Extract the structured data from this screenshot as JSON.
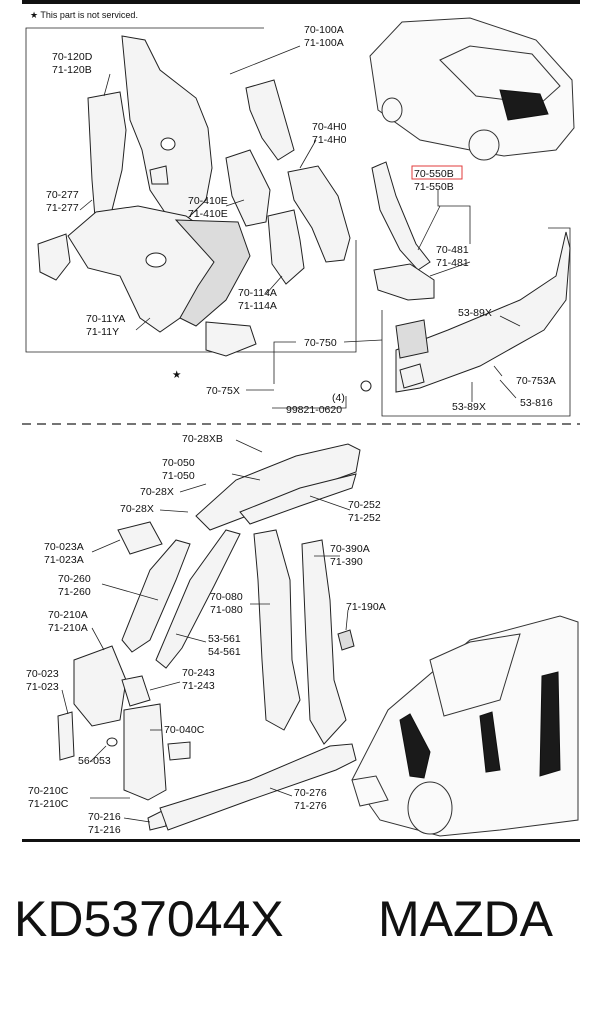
{
  "note": "★ This part is not serviced.",
  "labels": {
    "l_70_100a": "70-100A",
    "l_71_100a": "71-100A",
    "l_70_120d": "70-120D",
    "l_71_120b": "71-120B",
    "l_70_277": "70-277",
    "l_71_277": "71-277",
    "l_70_4h0": "70-4H0",
    "l_71_4h0": "71-4H0",
    "l_70_410e": "70-410E",
    "l_71_410e": "71-410E",
    "l_70_550b": "70-550B",
    "l_71_550b": "71-550B",
    "l_70_481": "70-481",
    "l_71_481": "71-481",
    "l_70_114a": "70-114A",
    "l_71_114a": "71-114A",
    "l_70_11ya": "70-11YA",
    "l_71_11y": "71-11Y",
    "l_53_89x_a": "53-89X",
    "l_70_750": "70-750",
    "l_70_75x": "70-75X",
    "l_70_753a": "70-753A",
    "l_qty4": "(4)",
    "l_99821": "99821-0620",
    "l_53_89x_b": "53-89X",
    "l_53_816": "53-816",
    "l_70_28xb": "70-28XB",
    "l_70_050": "70-050",
    "l_71_050": "71-050",
    "l_70_28x_a": "70-28X",
    "l_70_28x_b": "70-28X",
    "l_70_252": "70-252",
    "l_71_252": "71-252",
    "l_70_023a": "70-023A",
    "l_71_023a": "71-023A",
    "l_70_260": "70-260",
    "l_71_260": "71-260",
    "l_70_390a": "70-390A",
    "l_71_390": "71-390",
    "l_70_080": "70-080",
    "l_71_080": "71-080",
    "l_70_210a": "70-210A",
    "l_71_210a": "71-210A",
    "l_71_190a": "71-190A",
    "l_53_561": "53-561",
    "l_54_561": "54-561",
    "l_70_023": "70-023",
    "l_71_023": "71-023",
    "l_70_243": "70-243",
    "l_71_243": "71-243",
    "l_70_040c": "70-040C",
    "l_56_053": "56-053",
    "l_70_210c": "70-210C",
    "l_71_210c": "71-210C",
    "l_70_216": "70-216",
    "l_71_216": "71-216",
    "l_70_276": "70-276",
    "l_71_276": "71-276"
  },
  "highlight_color": "#e23b3b",
  "footer": {
    "part_number": "KD537044X",
    "brand": "MAZDA"
  }
}
